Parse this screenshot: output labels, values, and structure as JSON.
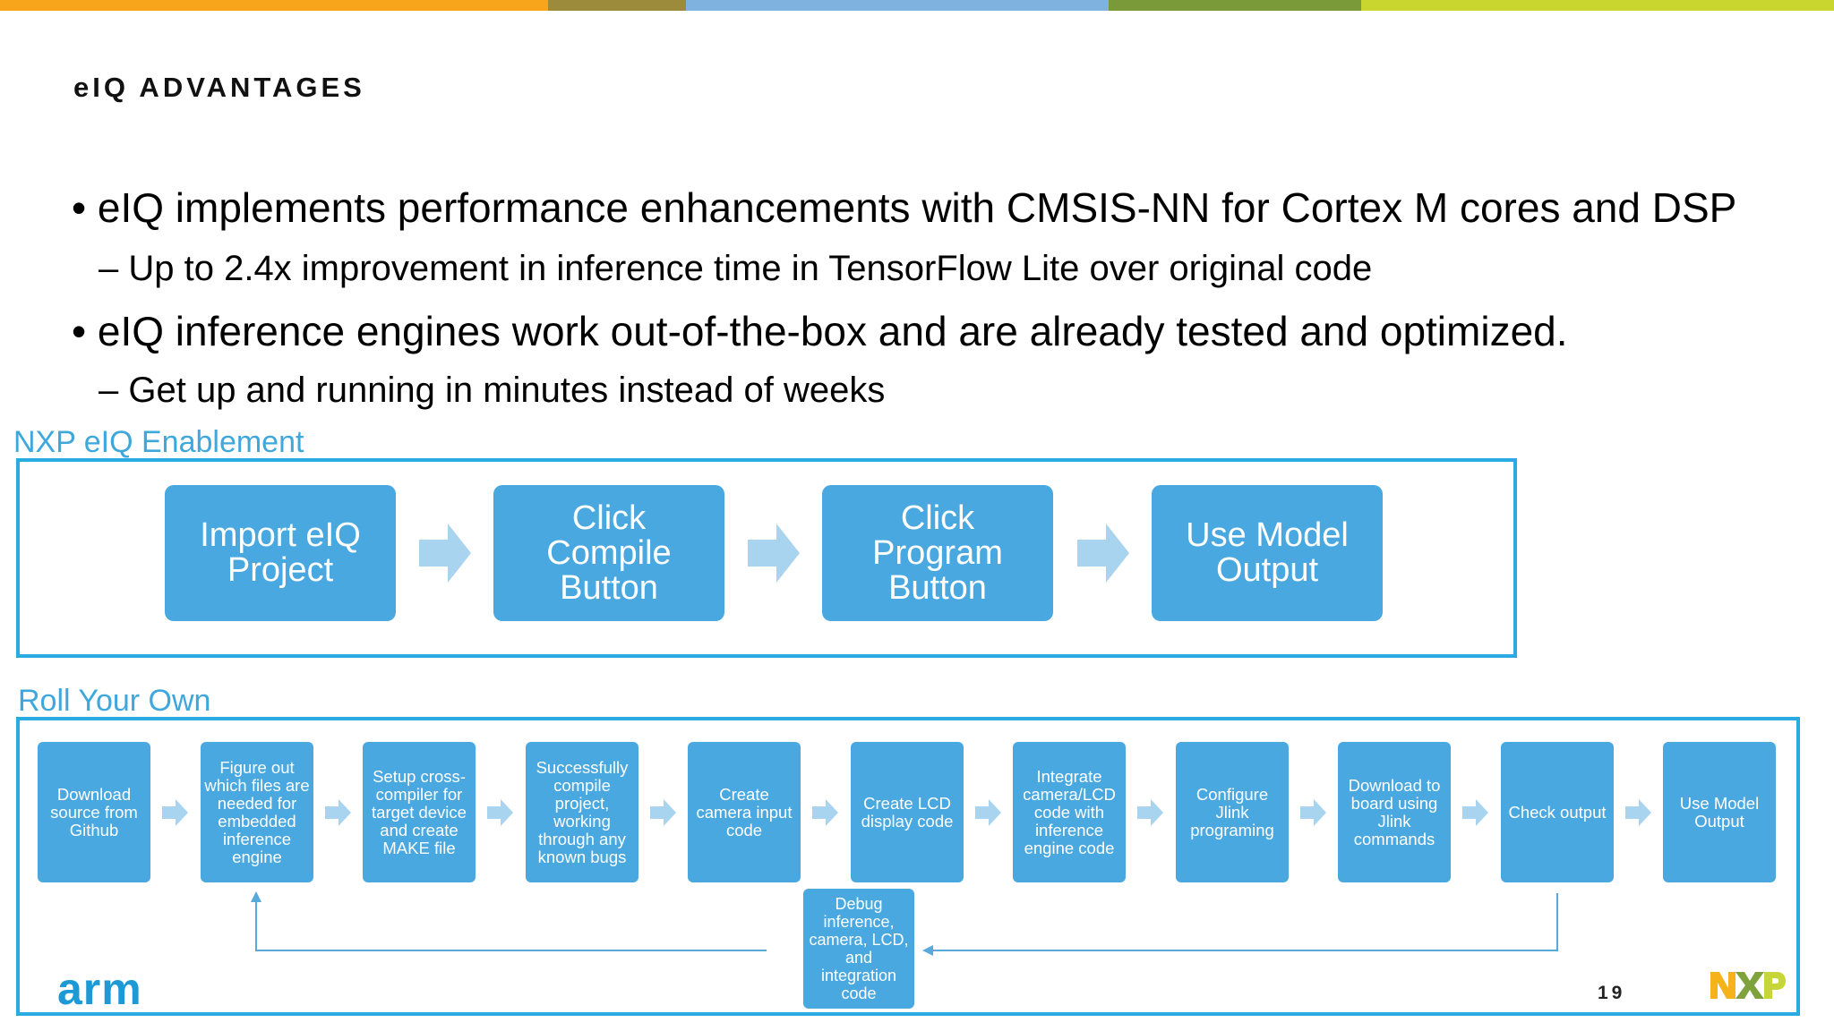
{
  "colors": {
    "accent_blue": "#29aae2",
    "box_blue": "#4aa8e0",
    "arrow_blue": "#a9d4f0",
    "topbar": [
      "#f9a51b",
      "#9b8b3a",
      "#7fb2de",
      "#7a9a3a",
      "#c9d62f"
    ]
  },
  "slide": {
    "title": "eIQ ADVANTAGES",
    "bullets": [
      {
        "text": "• eIQ implements performance enhancements with CMSIS-NN for Cortex M cores and DSP",
        "sub": "– Up to 2.4x improvement in inference time in TensorFlow Lite over original code"
      },
      {
        "text": "• eIQ inference engines work out-of-the-box and are already tested and optimized.",
        "sub": "– Get up and running in minutes instead of weeks"
      }
    ],
    "page_number": "19"
  },
  "enablement": {
    "label": "NXP eIQ Enablement",
    "steps": [
      "Import eIQ Project",
      "Click Compile Button",
      "Click Program Button",
      "Use Model Output"
    ],
    "arrow_icon": "arrow-right-icon"
  },
  "roll_your_own": {
    "label": "Roll Your Own",
    "steps": [
      "Download source from Github",
      "Figure out which files are needed for embedded inference engine",
      "Setup cross-compiler for target device and create MAKE file",
      "Successfully compile project, working through any known bugs",
      "Create camera input code",
      "Create LCD display code",
      "Integrate camera/LCD code with inference engine code",
      "Configure Jlink programing",
      "Download to board using Jlink commands",
      "Check output",
      "Use Model Output"
    ],
    "debug_step": "Debug inference, camera, LCD, and integration code"
  },
  "logos": {
    "arm": "arm",
    "nxp": "NXP"
  }
}
